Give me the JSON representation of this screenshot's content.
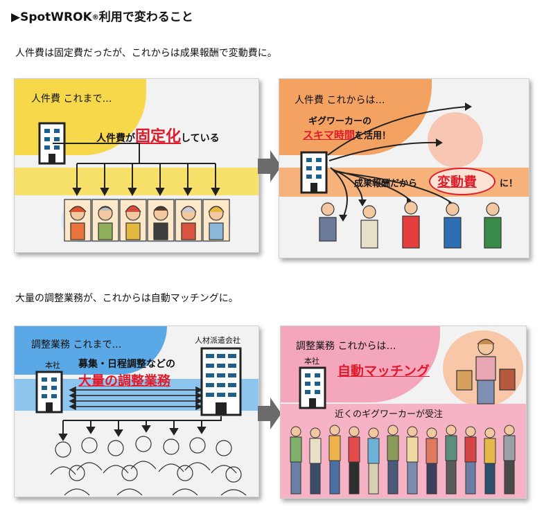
{
  "heading": {
    "prefix": "▶",
    "brand": "SpotWROK",
    "reg": "®",
    "rest": "利用で変わること"
  },
  "section1": {
    "intro": "人件費は固定費だったが、これからは成果報酬で変動費に。",
    "before": {
      "title": "人件費 これまで…",
      "msg_prefix": "人件費が",
      "msg_highlight": "固定化",
      "msg_suffix": "している"
    },
    "after": {
      "title": "人件費 これからは…",
      "line1": "ギグワーカーの",
      "highlight": "スキマ時間",
      "line2_suffix": "を活用！",
      "result_prefix": "成果報酬だから",
      "result_highlight": "変動費",
      "result_suffix": "に！"
    }
  },
  "section2": {
    "intro": "大量の調整業務が、これからは自動マッチングに。",
    "before": {
      "title": "調整業務 これまで…",
      "company_label": "本社",
      "agency_label": "人材派遣会社",
      "line1": "募集・日程調整などの",
      "highlight": "大量の調整業務"
    },
    "after": {
      "title": "調整業務 これからは…",
      "company_label": "本社",
      "highlight": "自動マッチング",
      "caption": "近くのギグワーカーが受注"
    }
  },
  "colors": {
    "accent_red": "#e01a2a",
    "yellow": "#f7d84a",
    "orange": "#f4a261",
    "blue": "#5aa9e6",
    "pink": "#f4a6bd"
  }
}
